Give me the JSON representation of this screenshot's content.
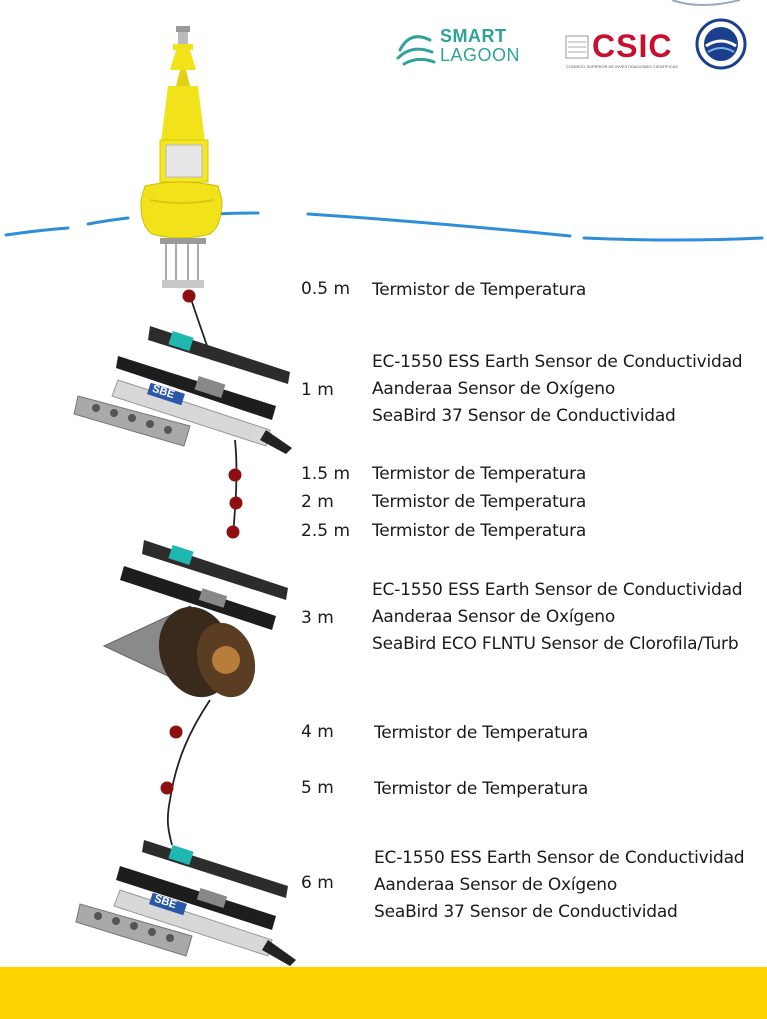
{
  "logos": {
    "smart_lagoon_line1": "SMART",
    "smart_lagoon_line2": "LAGOON",
    "csic": "CSIC",
    "csic_subtitle": "CONSEJO SUPERIOR DE INVESTIGACIONES CIENTÍFICAS"
  },
  "colors": {
    "buoy_yellow": "#f2e21a",
    "water_line": "#2e8fd8",
    "sensor_dot": "#8e0f12",
    "bottom_bar": "#ffd500",
    "smart_lagoon_teal": "#2ea39a",
    "csic_red": "#c8102e",
    "ieo_blue": "#1b3f8c"
  },
  "sensor_levels": [
    {
      "depth": "0.5 m",
      "lines": [
        "Termistor de Temperatura"
      ]
    },
    {
      "depth": "1 m",
      "lines": [
        "EC-1550 ESS Earth Sensor de Conductividad",
        "Aanderaa Sensor de Oxígeno",
        "SeaBird 37 Sensor de Conductividad"
      ]
    },
    {
      "depth": "1.5 m",
      "lines": [
        "Termistor de Temperatura"
      ]
    },
    {
      "depth": "2 m",
      "lines": [
        "Termistor de Temperatura"
      ]
    },
    {
      "depth": "2.5 m",
      "lines": [
        "Termistor de Temperatura"
      ]
    },
    {
      "depth": "3 m",
      "lines": [
        "EC-1550 ESS Earth Sensor de Conductividad",
        "Aanderaa Sensor de Oxígeno",
        "SeaBird ECO FLNTU Sensor de Clorofila/Turb"
      ]
    },
    {
      "depth": "4 m",
      "lines": [
        "Termistor de Temperatura"
      ]
    },
    {
      "depth": "5 m",
      "lines": [
        "Termistor de Temperatura"
      ]
    },
    {
      "depth": "6 m",
      "lines": [
        "EC-1550 ESS Earth Sensor de Conductividad",
        "Aanderaa Sensor de Oxígeno",
        "SeaBird 37 Sensor de Conductividad"
      ]
    }
  ],
  "sbe_label": "SBE"
}
